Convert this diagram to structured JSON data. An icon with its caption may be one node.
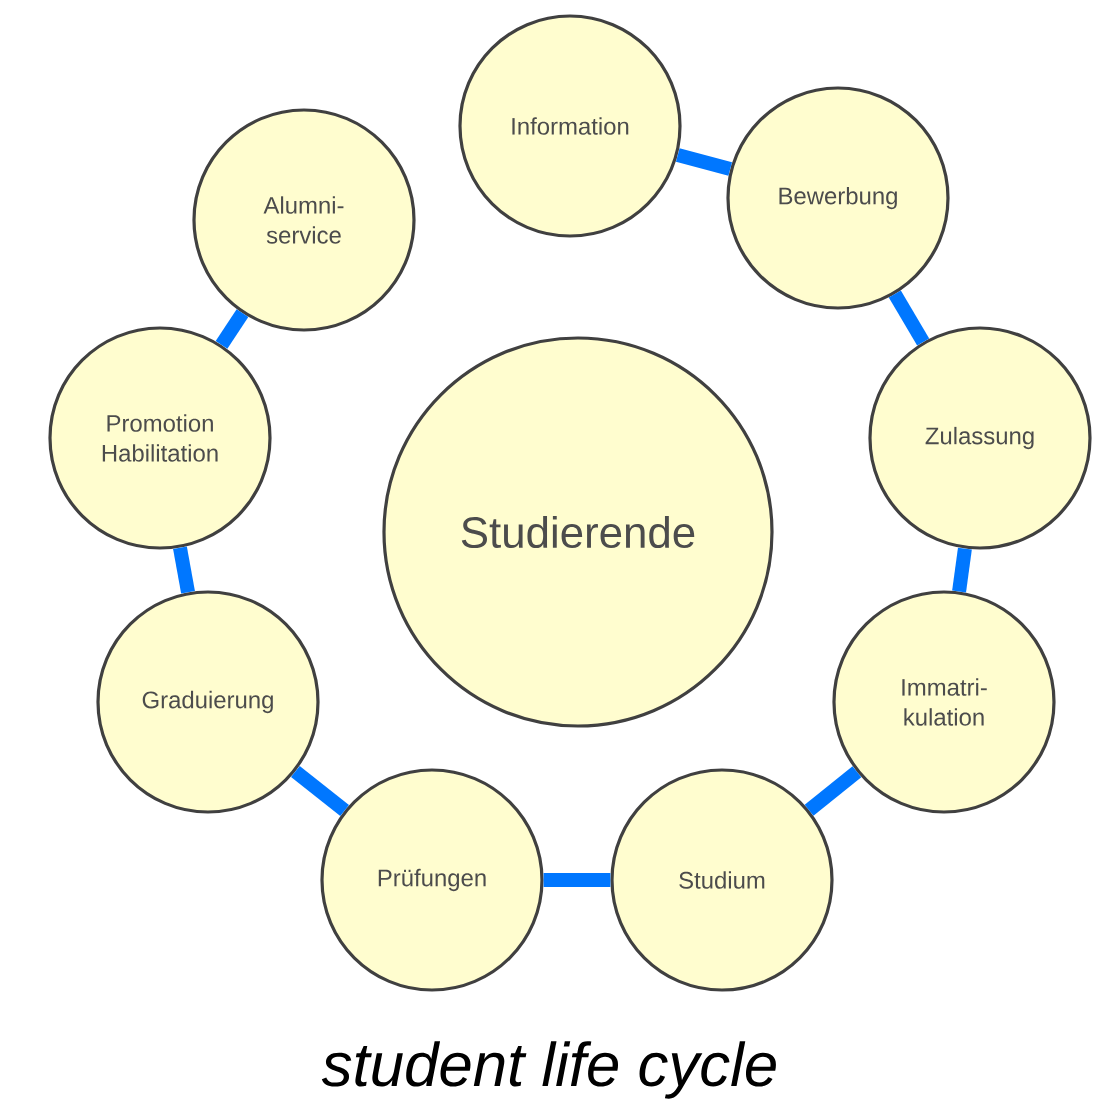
{
  "diagram": {
    "caption": "student life cycle",
    "nodes": [
      {
        "text": [
          "Information"
        ]
      },
      {
        "text": [
          "Bewerbung"
        ]
      },
      {
        "text": [
          "Zulassung"
        ]
      },
      {
        "text": [
          "Immatri-kulation"
        ]
      },
      {
        "text": [
          "Studium"
        ]
      },
      {
        "text": [
          "Prüfungen"
        ]
      },
      {
        "text": [
          "Graduierung"
        ]
      },
      {
        "text": [
          "Promotion Habilitation"
        ]
      },
      {
        "text": [
          "Alumni-service"
        ]
      },
      {
        "text": [
          "Studierende"
        ]
      }
    ],
    "edges": [
      {
        "from": 0,
        "to": 1,
        "arrow": "none"
      },
      {
        "from": 1,
        "to": 2,
        "arrow": "none"
      },
      {
        "from": 2,
        "to": 3,
        "arrow": "none"
      },
      {
        "from": 3,
        "to": 4,
        "arrow": "none"
      },
      {
        "from": 4,
        "to": 5,
        "arrow": "none"
      },
      {
        "from": 5,
        "to": 6,
        "arrow": "none"
      },
      {
        "from": 6,
        "to": 7,
        "arrow": "none"
      },
      {
        "from": 7,
        "to": 8,
        "arrow": "none"
      }
    ]
  }
}
